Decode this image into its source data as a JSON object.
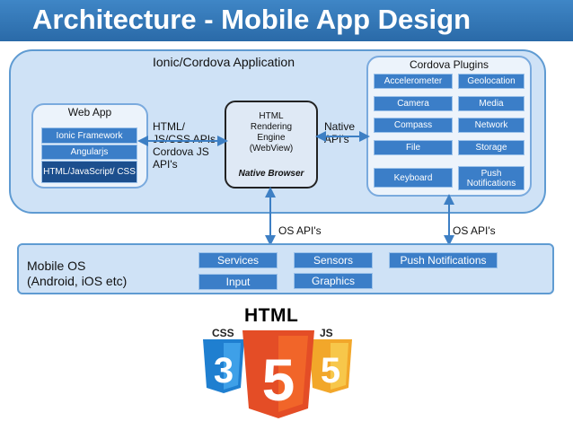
{
  "title": "Architecture - Mobile App Design",
  "app": {
    "title": "Ionic/Cordova Application",
    "web_app": {
      "title": "Web App",
      "items": [
        "Ionic Framework",
        "Angularjs",
        "HTML/JavaScript/ CSS"
      ]
    },
    "left_bridge": [
      "HTML/",
      "JS/CSS APIs",
      "Cordova JS",
      "API's"
    ],
    "engine": {
      "lines": [
        "HTML",
        "Rendering",
        "Engine",
        "(WebView)"
      ],
      "subtitle": "Native Browser"
    },
    "right_bridge": [
      "Native",
      "API's"
    ],
    "plugins": {
      "title": "Cordova Plugins",
      "items": [
        "Accelerometer",
        "Geolocation",
        "Camera",
        "Media",
        "Compass",
        "Network",
        "File",
        "Storage",
        "Keyboard",
        "Push Notifications"
      ]
    }
  },
  "os_api_label": "OS API's",
  "os": {
    "title_lines": [
      "Mobile OS",
      "(Android, iOS etc)"
    ],
    "items": [
      "Services",
      "Sensors",
      "Push Notifications",
      "Input",
      "Graphics"
    ]
  },
  "logo": {
    "html": "HTML",
    "css": "CSS",
    "js": "JS",
    "css_version": "3",
    "html_version": "5",
    "js_version": "5"
  },
  "colors": {
    "banner": "#2f72b3",
    "panel": "#cfe2f6",
    "chip": "#3b7ec8",
    "chip_dark": "#1c4f8e",
    "arrow": "#3d7fc4",
    "html5_orange": "#e44d26",
    "css3_blue": "#1f7fd0",
    "js_yellow": "#f5b731"
  }
}
